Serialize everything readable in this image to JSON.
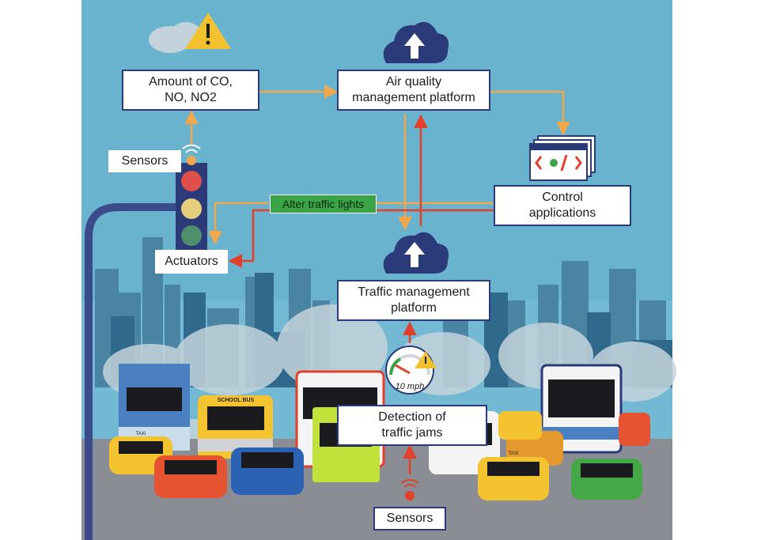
{
  "labels": {
    "amount_line1": "Amount of CO,",
    "amount_line2": "NO, NO2",
    "aq_line1": "Air quality",
    "aq_line2": "management platform",
    "sensors_top": "Sensors",
    "alter_traffic": "Alter traffic lights",
    "control_line1": "Control",
    "control_line2": "applications",
    "actuators": "Actuators",
    "tm_line1": "Traffic management",
    "tm_line2": "platform",
    "speed": "10 mph",
    "detection_line1": "Detection of",
    "detection_line2": "traffic jams",
    "sensors_bottom": "Sensors",
    "school_bus": "SCHOOL BUS",
    "taxi": "TAXI"
  },
  "colors": {
    "sky": "#6ab3cf",
    "road": "#8a8d94",
    "box_border": "#2b3a78",
    "arrow_orange": "#f2a74a",
    "arrow_red": "#e2402b",
    "green_label": "#3aa547"
  }
}
